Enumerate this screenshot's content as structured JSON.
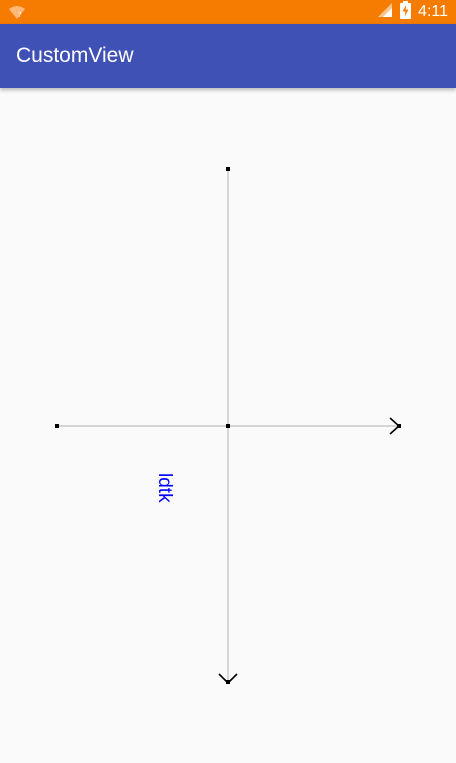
{
  "status_bar": {
    "time": "4:11",
    "icons": [
      "wifi-icon",
      "cell-signal-icon",
      "battery-charging-icon"
    ],
    "color": "#f57c00"
  },
  "app_bar": {
    "title": "CustomView",
    "color": "#3f51b5"
  },
  "custom_view": {
    "label": "ldtk",
    "label_color": "#0000ff",
    "axis_color": "#bdbdbd",
    "point_color": "#000000"
  }
}
